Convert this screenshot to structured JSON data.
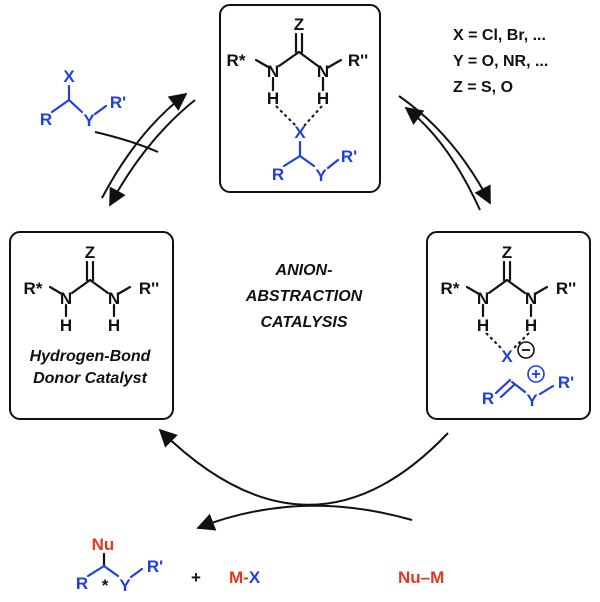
{
  "colors": {
    "black": "#111111",
    "blue": "#1f3fe0",
    "red": "#e8361e"
  },
  "conditions": {
    "x": "X = Cl, Br, ...",
    "y": "Y = O, NR, ...",
    "z": "Z = S, O"
  },
  "center_label": {
    "line1": "ANION-",
    "line2": "ABSTRACTION",
    "line3": "CATALYSIS"
  },
  "catalyst_label": {
    "line1": "Hydrogen-Bond",
    "line2": "Donor Catalyst"
  },
  "atoms": {
    "z": "Z",
    "n": "N",
    "h": "H",
    "r_star": "R*",
    "r_dprime": "R''",
    "x": "X",
    "y": "Y",
    "r": "R",
    "r_prime": "R'",
    "minus": "−",
    "plus": "+",
    "stereo_star": "*"
  },
  "reagents": {
    "nu": "Nu",
    "nu_m": "Nu–M",
    "m_x": "M-X",
    "plus_sign": "+"
  }
}
